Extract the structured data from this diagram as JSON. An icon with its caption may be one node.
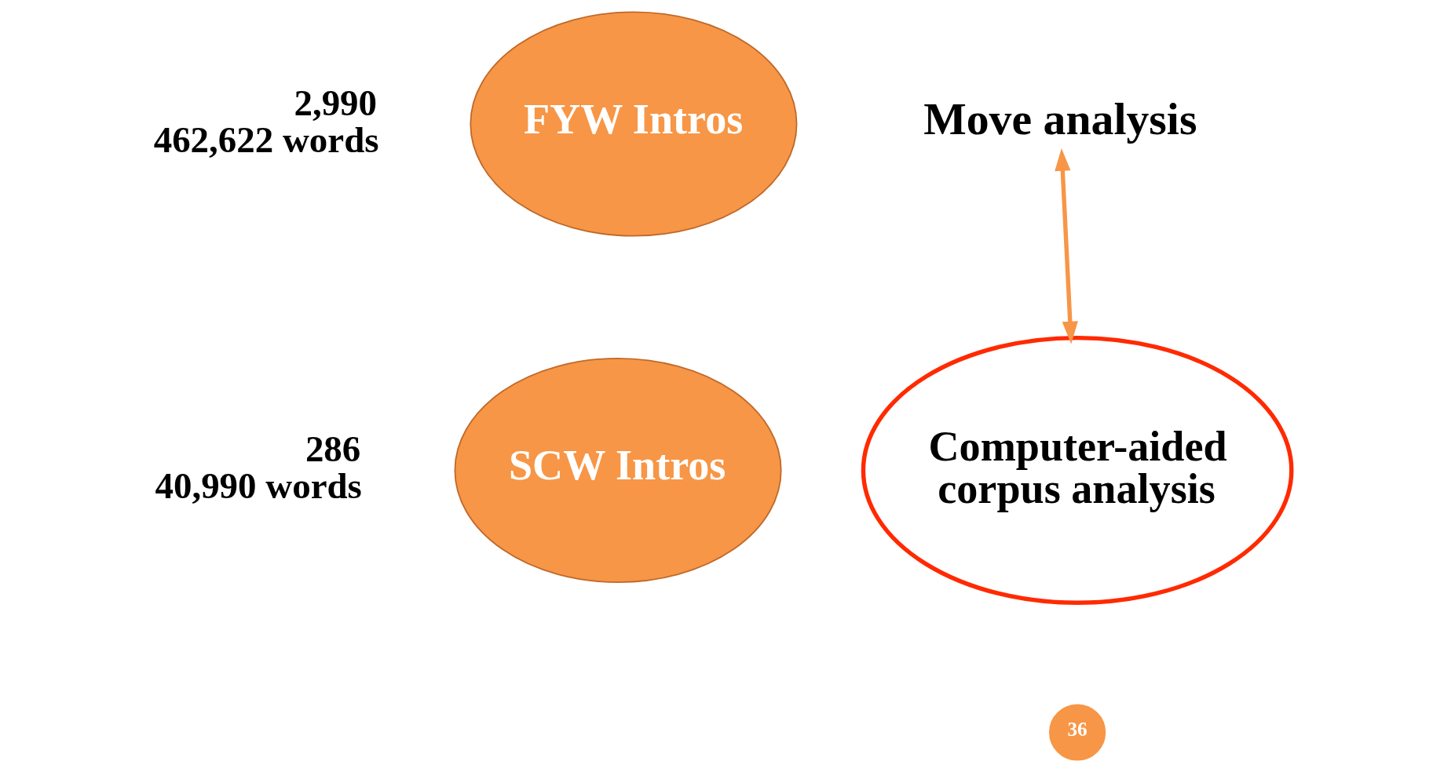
{
  "diagram": {
    "nodes": [
      {
        "text": [
          "FYW Intros"
        ],
        "beside": [
          "2,990",
          "462,622 words"
        ]
      },
      {
        "text": [
          "SCW Intros"
        ],
        "beside": [
          "286",
          "40,990 words"
        ]
      },
      {
        "text": [
          "Move analysis"
        ]
      },
      {
        "text": [
          "Computer-aided corpus analysis"
        ]
      },
      {
        "text": [
          "36"
        ]
      }
    ],
    "edges": [
      {
        "from": 2,
        "to": 3,
        "arrow": "both"
      }
    ]
  }
}
